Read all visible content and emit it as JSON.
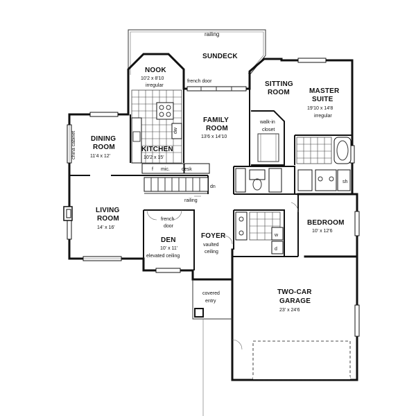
{
  "plan": {
    "rooms": {
      "sundeck": {
        "name": "SUNDECK"
      },
      "nook": {
        "name": "NOOK",
        "dims": "10'2 x 8'10",
        "note": "irregular"
      },
      "sitting_room": {
        "line1": "SITTING",
        "line2": "ROOM"
      },
      "master_suite": {
        "line1": "MASTER",
        "line2": "SUITE",
        "dims": "19'10 x 14'8",
        "note": "irregular"
      },
      "family_room": {
        "line1": "FAMILY",
        "line2": "ROOM",
        "dims": "13'6 x 14'10"
      },
      "dining_room": {
        "line1": "DINING",
        "line2": "ROOM",
        "dims": "11'4 x 12'"
      },
      "kitchen": {
        "name": "KITCHEN",
        "dims": "10'2 x 15'"
      },
      "living_room": {
        "line1": "LIVING",
        "line2": "ROOM",
        "dims": "14' x 16'"
      },
      "den": {
        "name": "DEN",
        "dims": "10' x 11'",
        "note": "elevated ceiling"
      },
      "foyer": {
        "name": "FOYER",
        "line2": "vaulted",
        "line3": "ceiling"
      },
      "bedroom": {
        "name": "BEDROOM",
        "dims": "10' x 12'6"
      },
      "garage": {
        "line1": "TWO-CAR",
        "line2": "GARAGE",
        "dims": "23' x 24'6"
      },
      "covered_entry": {
        "line1": "covered",
        "line2": "entry"
      }
    },
    "labels": {
      "railing_top": "railing",
      "railing_mid": "railing",
      "french_door_nook": "french door",
      "french_door_den_1": "french",
      "french_door_den_2": "door",
      "walk_in_1": "walk-in",
      "walk_in_2": "closet",
      "china_cabinet": "china cabinet",
      "desk": "desk",
      "mic": "mic.",
      "fridge": "f",
      "dn": "dn",
      "dw": "dw",
      "laundry_w": "w",
      "laundry_d": "d",
      "shower": "sh"
    }
  }
}
